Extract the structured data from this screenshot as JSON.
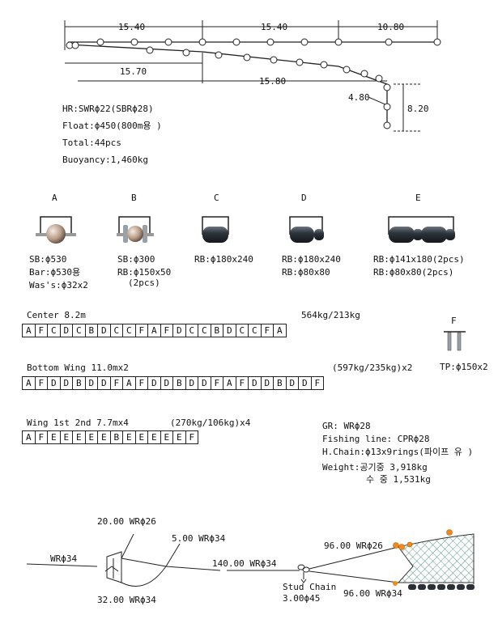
{
  "top": {
    "dims_top": [
      "15.40",
      "15.40",
      "10.80"
    ],
    "dims_lower": [
      "15.70",
      "15.80"
    ],
    "dim_side": "4.80",
    "dim_height": "8.20"
  },
  "specs": {
    "hr": "HR:SWRϕ22(SBRϕ28)",
    "float": "Float:ϕ450(800m용 )",
    "total": "Total:44pcs",
    "buoyancy": "Buoyancy:1,460kg"
  },
  "types": [
    {
      "letter": "A",
      "lines": [
        "SB:ϕ530",
        "Bar:ϕ530용",
        "Was's:ϕ32x2"
      ]
    },
    {
      "letter": "B",
      "lines": [
        "SB:ϕ300",
        "RB:ϕ150x50",
        " (2pcs)"
      ]
    },
    {
      "letter": "C",
      "lines": [
        "RB:ϕ180x240"
      ]
    },
    {
      "letter": "D",
      "lines": [
        "RB:ϕ180x240",
        "RB:ϕ80x80"
      ]
    },
    {
      "letter": "E",
      "lines": [
        "RB:ϕ141x180(2pcs)",
        "RB:ϕ80x80(2pcs)"
      ]
    }
  ],
  "center": {
    "title": "Center 8.2m",
    "weight": "564kg/213kg",
    "cells": [
      "A",
      "F",
      "C",
      "D",
      "C",
      "B",
      "D",
      "C",
      "C",
      "F",
      "A",
      "F",
      "D",
      "C",
      "C",
      "B",
      "D",
      "C",
      "C",
      "F",
      "A"
    ]
  },
  "bottom_wing": {
    "title": "Bottom Wing 11.0mx2",
    "weight": "(597kg/235kg)x2",
    "cells": [
      "A",
      "F",
      "D",
      "D",
      "B",
      "D",
      "D",
      "F",
      "A",
      "F",
      "D",
      "D",
      "B",
      "D",
      "D",
      "F",
      "A",
      "F",
      "D",
      "D",
      "B",
      "D",
      "D",
      "F"
    ]
  },
  "wing": {
    "title": "Wing 1st 2nd 7.7mx4",
    "weight": "(270kg/106kg)x4",
    "cells": [
      "A",
      "F",
      "E",
      "E",
      "E",
      "E",
      "E",
      "B",
      "E",
      "E",
      "E",
      "E",
      "E",
      "F"
    ]
  },
  "f_type": {
    "letter": "F",
    "label": "TP:ϕ150x2"
  },
  "gear": {
    "gr": "GR: WRϕ28",
    "fishing_line": "Fishing line: CPRϕ28",
    "h_chain": "H.Chain:ϕ13x9rings(파이프 유 )",
    "weight_air": "Weight:공기중 3,918kg",
    "weight_water": "수  중 1,531kg"
  },
  "rig": {
    "wr_left": "WRϕ34",
    "top_wire": "20.00 WRϕ26",
    "side_wire": "5.00 WRϕ34",
    "mid_wire": "140.00 WRϕ34",
    "upper_right": "96.00 WRϕ26",
    "stud_chain": "Stud Chain",
    "stud_chain_len": "3.00ϕ45",
    "lower_right": "96.00 WRϕ34",
    "bottom_wire": "32.00 WRϕ34"
  },
  "colors": {
    "float_orange": "#f08a1c",
    "net_green": "#2e7d6b",
    "dark_roller": "#2b3036"
  }
}
